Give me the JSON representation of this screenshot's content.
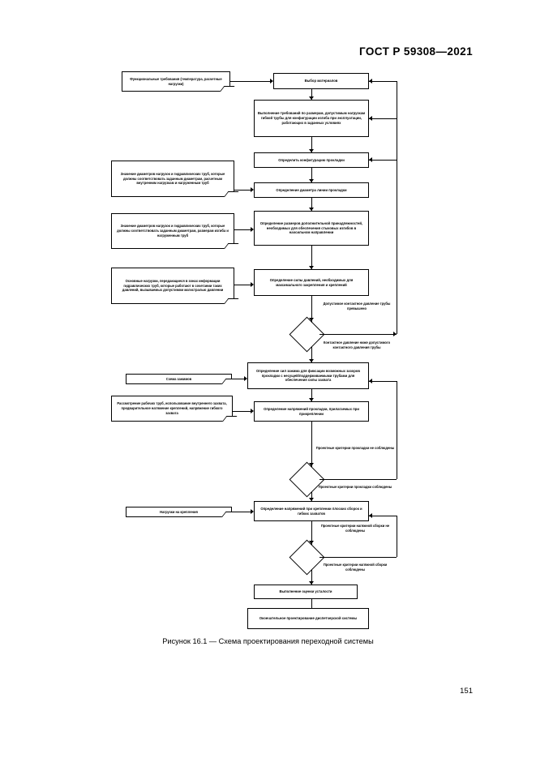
{
  "header": {
    "standard": "ГОСТ Р 59308—2021"
  },
  "footer": {
    "page_number": "151"
  },
  "caption": {
    "text": "Рисунок 16.1 — Схема проектирования переходной системы"
  },
  "flowchart": {
    "nodes": [
      {
        "id": "n1",
        "type": "note",
        "text": "Функциональные требования (температура, расчетные нагрузки)"
      },
      {
        "id": "n2",
        "type": "process",
        "text": "Выбор материалов"
      },
      {
        "id": "n3",
        "type": "process",
        "text": "Выполнение требований по размерам, допустимым нагрузкам гибкой трубы для конфигурации изгиба при эксплуатации, работающих в заданных условиях"
      },
      {
        "id": "n4",
        "type": "process",
        "text": "Определить конфигурацию прокладки"
      },
      {
        "id": "n5",
        "type": "note",
        "text": "Значение диаметров нагрузок и гидравлических труб, которые должны соответствовать заданным диаметрам, расчетным внутренним нагрузкам и нагруженным труб"
      },
      {
        "id": "n6",
        "type": "process",
        "text": "Определение диаметра линии прокладки"
      },
      {
        "id": "n7",
        "type": "note",
        "text": "Значение диаметров нагрузок и гидравлических труб, которые должны соответствовать заданным диаметрам, размерам изгиба и нагруженным труб"
      },
      {
        "id": "n8",
        "type": "process",
        "text": "Определение размеров дополнительной принадлежностей, необходимых для обеспечения стыковых изгибов в наосильном направлении"
      },
      {
        "id": "n9",
        "type": "note",
        "text": "Основные нагрузки, передающиеся в зонах информации гидравлических труб, которые работают в сочетании таких давлений, вызываемых допустимом магистралью давлении"
      },
      {
        "id": "n10",
        "type": "process",
        "text": "Определение силы давлений, необходимых для максимального закрепления и креплений"
      },
      {
        "id": "n11",
        "type": "decision"
      },
      {
        "id": "n12",
        "type": "process",
        "text": "Определение сил зажима для фиксации возможных зазоров прокладки с несущей/поддерживаемыми трубами для обеспечения силы захвата"
      },
      {
        "id": "n13",
        "type": "note",
        "text": "Схема зажимов"
      },
      {
        "id": "n14",
        "type": "note",
        "text": "Рассмотрение рабочих труб, использование внутреннего захвата, предварительное натяжение креплений, напряжение гибкого захвата"
      },
      {
        "id": "n15",
        "type": "process",
        "text": "Определение напряжений прокладки, прилагаемых при прикреплении"
      },
      {
        "id": "n16",
        "type": "decision"
      },
      {
        "id": "n17",
        "type": "note",
        "text": "Нагрузки на крепления"
      },
      {
        "id": "n18",
        "type": "process",
        "text": "Определение напряжений при креплении плоских сборок и гибких захватов"
      },
      {
        "id": "n19",
        "type": "decision"
      },
      {
        "id": "n20",
        "type": "process",
        "text": "Выполнение оценки усталости"
      },
      {
        "id": "n21",
        "type": "process",
        "text": "Окончательное проектирование диспетчерской системы"
      }
    ],
    "edge_labels": [
      {
        "id": "e1",
        "text": "Допустимое контактное давление трубы превышено"
      },
      {
        "id": "e2",
        "text": "Контактное давление ниже допустимого контактного давления трубы"
      },
      {
        "id": "e3",
        "text": "Проектные критерии прокладки не соблюдены"
      },
      {
        "id": "e4",
        "text": "Проектные критерии прокладки соблюдены"
      },
      {
        "id": "e5",
        "text": "Проектные критерии нагяжной сборки не соблюдены"
      },
      {
        "id": "e6",
        "text": "Проектные критерии нагяжной сборки соблюдены"
      }
    ]
  }
}
